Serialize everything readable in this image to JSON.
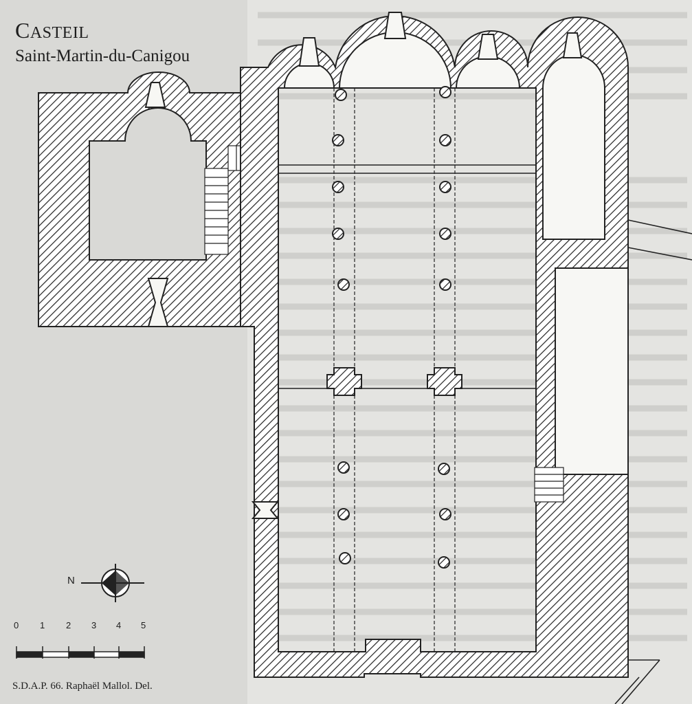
{
  "title": {
    "first_letter": "C",
    "rest": "ASTEIL"
  },
  "subtitle": "Saint-Martin-du-Canigou",
  "credit": "S.D.A.P. 66. Raphaël Mallol. Del.",
  "compass": {
    "label": "N"
  },
  "scale_bar": {
    "labels": [
      "0",
      "1",
      "2",
      "3",
      "4",
      "5"
    ]
  },
  "colors": {
    "paper": "#d9d9d6",
    "wall_hatch": "#222222",
    "plan_interior": "#f7f7f4",
    "text": "#1e1e1e"
  }
}
